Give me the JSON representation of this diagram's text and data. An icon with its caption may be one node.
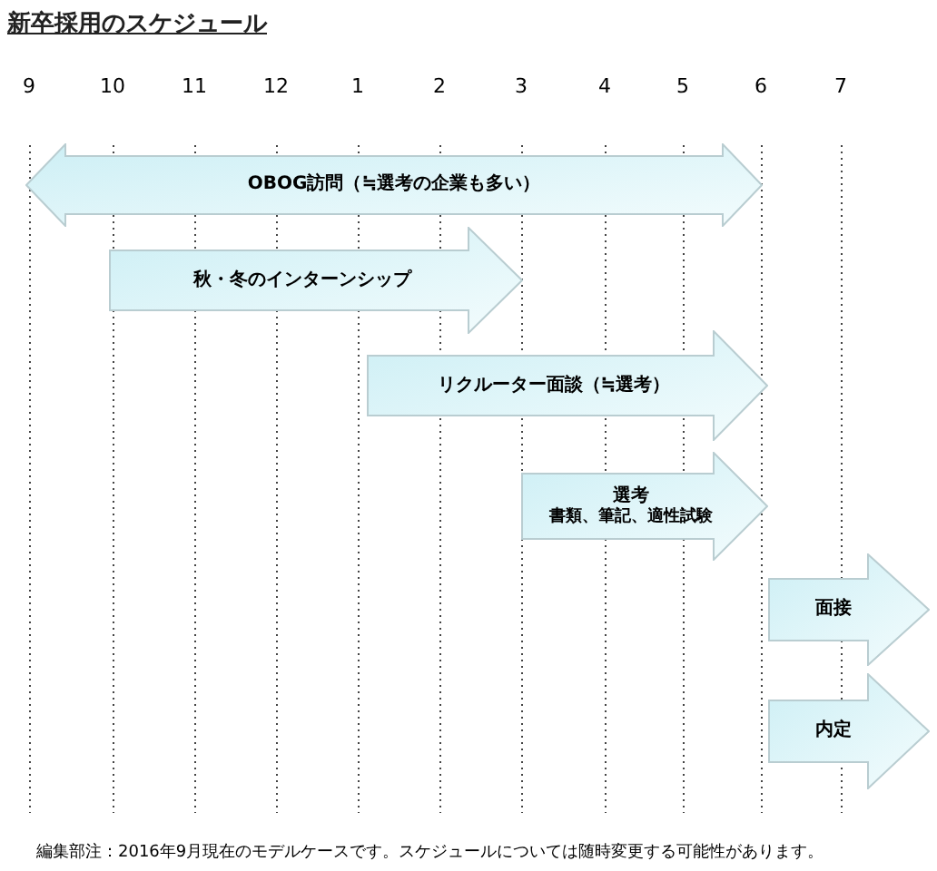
{
  "diagram": {
    "title": "新卒採用のスケジュール",
    "nodes": [
      {
        "text": [
          "OBOG訪問（≒選考の企業も多い）"
        ]
      },
      {
        "text": [
          "秋・冬のインターンシップ"
        ]
      },
      {
        "text": [
          "リクルーター面談（≒選考）"
        ]
      },
      {
        "text": [
          "選考",
          "書類、筆記、適性試験"
        ]
      },
      {
        "text": [
          "面接"
        ]
      },
      {
        "text": [
          "内定"
        ]
      }
    ],
    "labels": [
      "9",
      "10",
      "11",
      "12",
      "1",
      "2",
      "3",
      "4",
      "5",
      "6",
      "7",
      "編集部注：2016年9月現在のモデルケースです。スケジュールについては随時変更する可能性があります。"
    ]
  }
}
